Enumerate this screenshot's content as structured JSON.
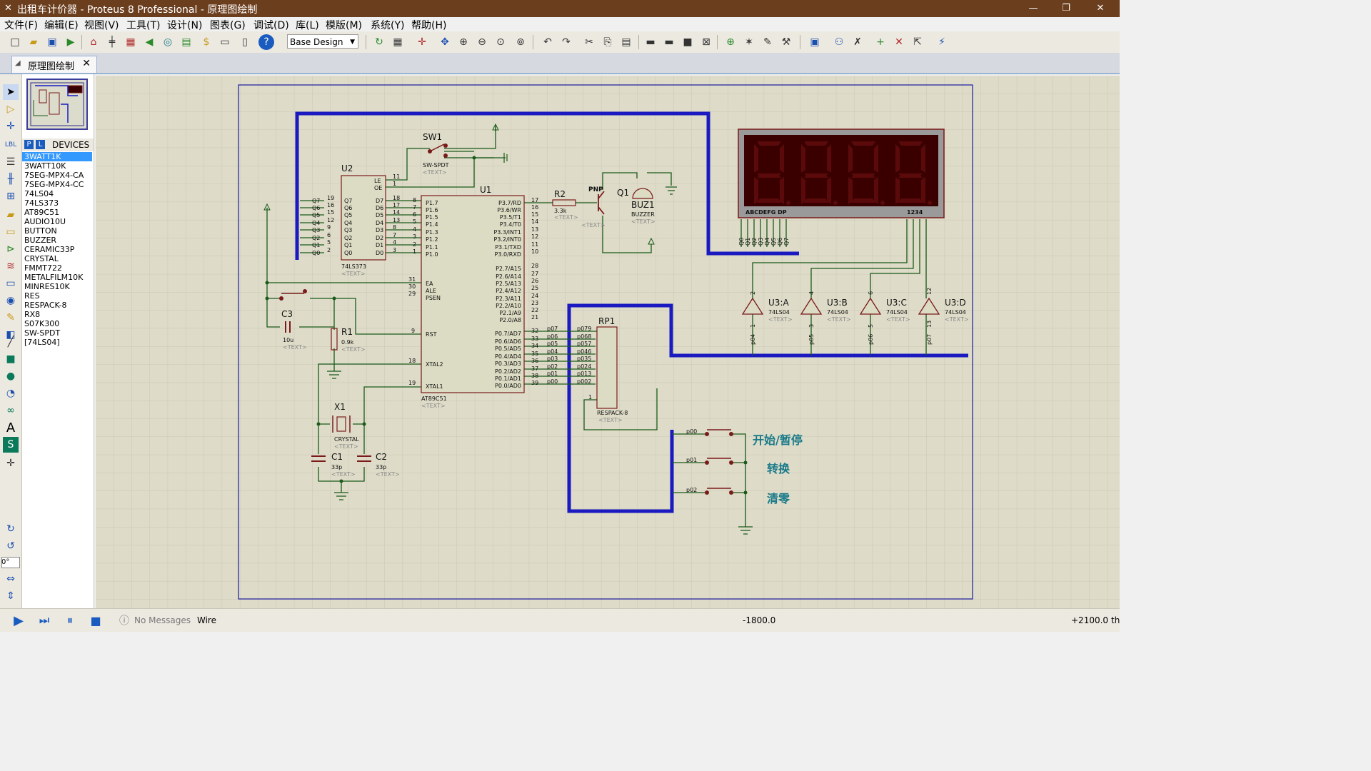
{
  "window": {
    "title": "出租车计价器 - Proteus 8 Professional - 原理图绘制",
    "minimize": "—",
    "restore": "❐",
    "close": "✕"
  },
  "menu": [
    "文件(F)",
    "编辑(E)",
    "视图(V)",
    "工具(T)",
    "设计(N)",
    "图表(G)",
    "调试(D)",
    "库(L)",
    "模版(M)",
    "系统(Y)",
    "帮助(H)"
  ],
  "toolbar": {
    "design_select": "Base Design"
  },
  "tab": {
    "label": "原理图绘制",
    "close": "✕"
  },
  "devices": {
    "header": "DEVICES",
    "p_button": "P",
    "l_button": "L",
    "items": [
      "3WATT1K",
      "3WATT10K",
      "7SEG-MPX4-CA",
      "7SEG-MPX4-CC",
      "74LS04",
      "74LS373",
      "AT89C51",
      "AUDIO10U",
      "BUTTON",
      "BUZZER",
      "CERAMIC33P",
      "CRYSTAL",
      "FMMT722",
      "METALFILM10K",
      "MINRES10K",
      "RES",
      "RESPACK-8",
      "RX8",
      "S07K300",
      "SW-SPDT",
      "[74LS04]"
    ],
    "selected_index": 0
  },
  "rotation": "0°",
  "status": {
    "messages": "No Messages",
    "mode": "Wire",
    "x": "-1800.0",
    "y": "+2100.0",
    "unit": "th"
  },
  "schematic": {
    "text_placeholder": "<TEXT>",
    "u2": {
      "ref": "U2",
      "part": "74LS373",
      "left_pins": [
        "Q7",
        "Q6",
        "Q5",
        "Q4",
        "Q3",
        "Q2",
        "Q1",
        "Q0"
      ],
      "left_nums": [
        "19",
        "16",
        "15",
        "12",
        "9",
        "6",
        "5",
        "2"
      ],
      "right_pins": [
        "D7",
        "D6",
        "D5",
        "D4",
        "D3",
        "D2",
        "D1",
        "D0"
      ],
      "right_nums": [
        "18",
        "17",
        "14",
        "13",
        "8",
        "7",
        "4",
        "3"
      ],
      "le": "LE",
      "oe": "OE",
      "le_num": "11",
      "oe_num": "1"
    },
    "u1": {
      "ref": "U1",
      "part": "AT89C51",
      "p1": [
        "P1.7",
        "P1.6",
        "P1.5",
        "P1.4",
        "P1.3",
        "P1.2",
        "P1.1",
        "P1.0"
      ],
      "p1_nums": [
        "8",
        "7",
        "6",
        "5",
        "4",
        "3",
        "2",
        "1"
      ],
      "p3": [
        "P3.7/RD",
        "P3.6/WR",
        "P3.5/T1",
        "P3.4/T0",
        "P3.3/INT1",
        "P3.2/INT0",
        "P3.1/TXD",
        "P3.0/RXD"
      ],
      "p3_nums": [
        "17",
        "16",
        "15",
        "14",
        "13",
        "12",
        "11",
        "10"
      ],
      "p2": [
        "P2.7/A15",
        "P2.6/A14",
        "P2.5/A13",
        "P2.4/A12",
        "P2.3/A11",
        "P2.2/A10",
        "P2.1/A9",
        "P2.0/A8"
      ],
      "p2_nums": [
        "28",
        "27",
        "26",
        "25",
        "24",
        "23",
        "22",
        "21"
      ],
      "p0": [
        "P0.7/AD7",
        "P0.6/AD6",
        "P0.5/AD5",
        "P0.4/AD4",
        "P0.3/AD3",
        "P0.2/AD2",
        "P0.1/AD1",
        "P0.0/AD0"
      ],
      "p0_nums": [
        "32",
        "33",
        "34",
        "35",
        "36",
        "37",
        "38",
        "39"
      ],
      "ea": "EA",
      "ale": "ALE",
      "psen": "PSEN",
      "rst": "RST",
      "xtal2": "XTAL2",
      "xtal1": "XTAL1",
      "ea_num": "31",
      "ale_num": "30",
      "psen_num": "29",
      "rst_num": "9",
      "xtal2_num": "18",
      "xtal1_num": "19"
    },
    "p0_nets": [
      "p07",
      "p06",
      "p05",
      "p04",
      "p03",
      "p02",
      "p01",
      "p00"
    ],
    "rp1": {
      "ref": "RP1",
      "part": "RESPACK-8",
      "pins": [
        "p079",
        "p068",
        "p057",
        "p046",
        "p035",
        "p024",
        "p013",
        "p002"
      ],
      "pin1": "1"
    },
    "sw1": {
      "ref": "SW1",
      "part": "SW-SPDT"
    },
    "r2": {
      "ref": "R2",
      "value": "3.3k"
    },
    "q1": {
      "ref": "Q1",
      "type": "PNP"
    },
    "buz1": {
      "ref": "BUZ1",
      "part": "BUZZER"
    },
    "c3": {
      "ref": "C3",
      "value": "10u"
    },
    "r1": {
      "ref": "R1",
      "value": "0.9k"
    },
    "x1": {
      "ref": "X1",
      "part": "CRYSTAL"
    },
    "c1": {
      "ref": "C1",
      "value": "33p"
    },
    "c2": {
      "ref": "C2",
      "value": "33p"
    },
    "display": {
      "segments_label": "ABCDEFG DP",
      "digits_label": "1234",
      "q_labels": [
        "Q0",
        "Q1",
        "Q2",
        "Q3",
        "Q4",
        "Q5",
        "Q6",
        "Q7"
      ]
    },
    "inverters": [
      {
        "ref": "U3:A",
        "part": "74LS04",
        "in": "1",
        "out": "2",
        "net": "p04"
      },
      {
        "ref": "U3:B",
        "part": "74LS04",
        "in": "3",
        "out": "4",
        "net": "p05"
      },
      {
        "ref": "U3:C",
        "part": "74LS04",
        "in": "5",
        "out": "6",
        "net": "p06"
      },
      {
        "ref": "U3:D",
        "part": "74LS04",
        "in": "13",
        "out": "12",
        "net": "p07"
      }
    ],
    "buttons": [
      {
        "net": "p00",
        "label": "开始/暂停"
      },
      {
        "net": "p01",
        "label": "转换"
      },
      {
        "net": "p02",
        "label": "清零"
      }
    ]
  }
}
